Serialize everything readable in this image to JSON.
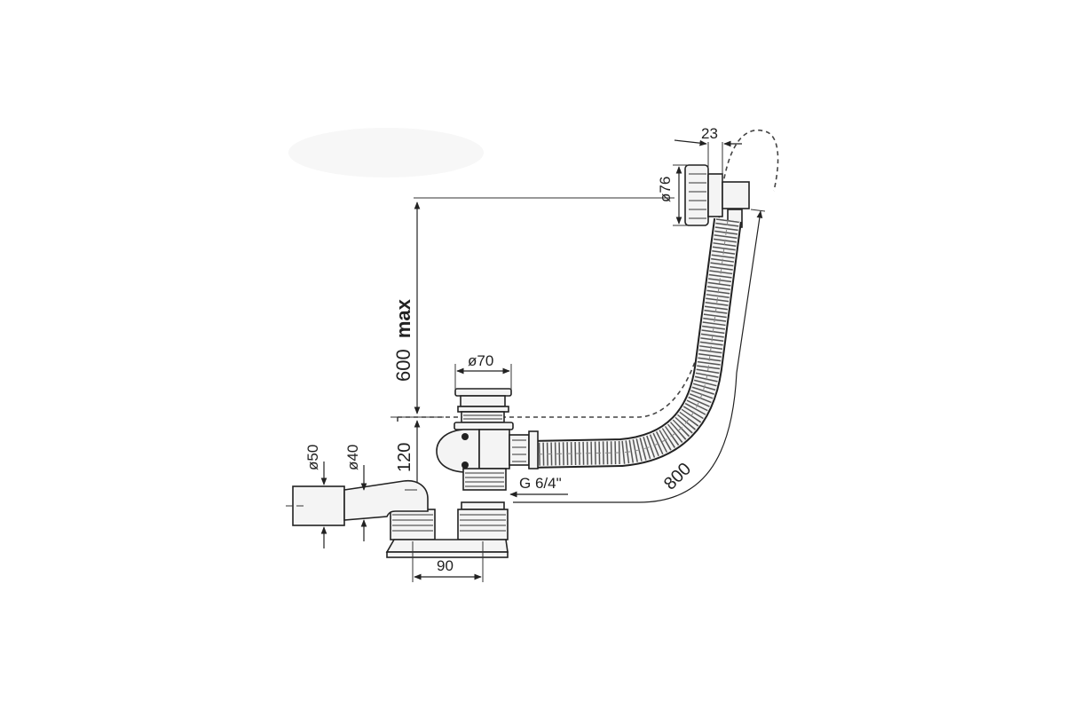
{
  "diagram": {
    "labels": {
      "d23": "23",
      "d76": "ø76",
      "d70": "ø70",
      "h600": "600",
      "h600_max": "max",
      "h120": "120",
      "d50": "ø50",
      "d40": "ø40",
      "w90": "90",
      "thread": "G 6/4\"",
      "len800": "800"
    },
    "colors": {
      "ink": "#222222",
      "fill": "#f4f4f4"
    }
  }
}
